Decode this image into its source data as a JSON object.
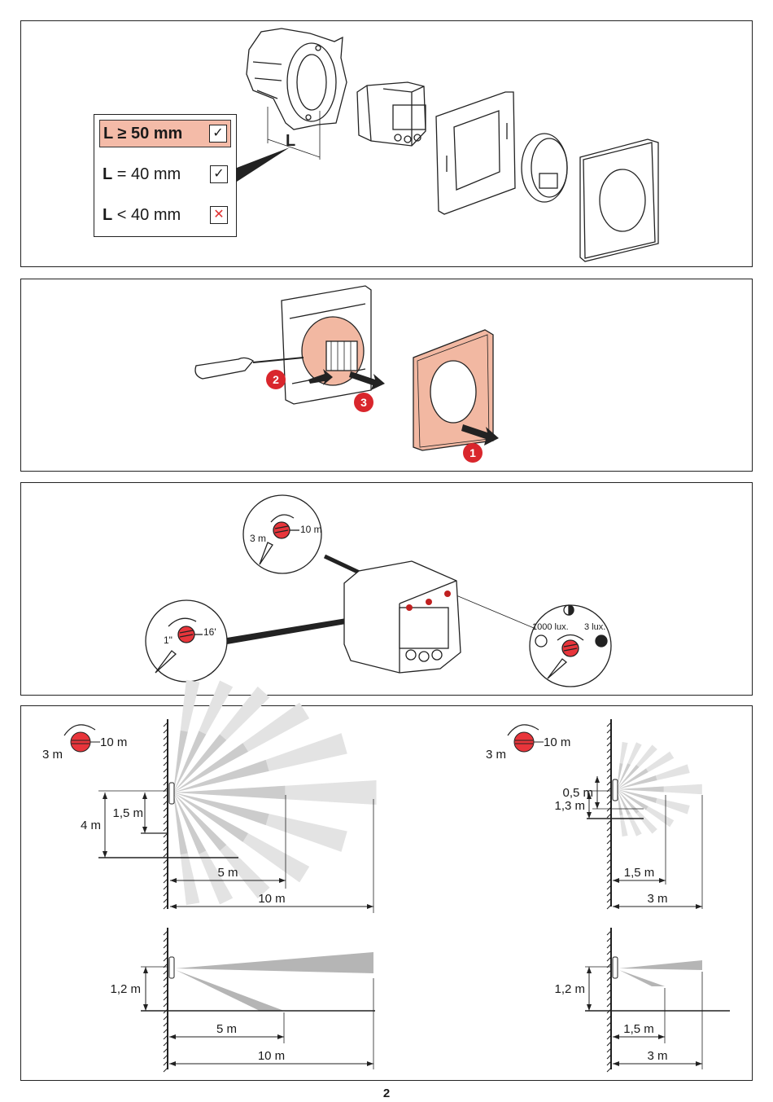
{
  "panel1": {
    "title": "Installation box depth requirement",
    "dimension_letter": "L",
    "rows": [
      {
        "label_bold": "L",
        "label_rest": " ≥ 50 mm",
        "all_bold": true,
        "status": "ok",
        "status_icon": "✓",
        "highlighted": true
      },
      {
        "label_bold": "L",
        "label_rest": " = 40 mm",
        "all_bold": false,
        "status": "ok",
        "status_icon": "✓",
        "highlighted": false
      },
      {
        "label_bold": "L",
        "label_rest": " < 40 mm",
        "all_bold": false,
        "status": "not-ok",
        "status_icon": "✕",
        "highlighted": false
      }
    ],
    "highlight_color": "#f4bba8"
  },
  "panel2": {
    "title": "Removal steps",
    "steps": [
      "1",
      "2",
      "3"
    ],
    "step_color": "#d9262c",
    "part_color": "#f2b8a2"
  },
  "panel3": {
    "title": "Adjustment potentiometers",
    "range_dial": {
      "min_label": "3 m",
      "max_label": "10 m"
    },
    "time_dial": {
      "min_label": "1\"",
      "max_label": "16'"
    },
    "lux_dial": {
      "min_label": "1000 lux.",
      "max_label": "3 lux."
    },
    "dial_color": "#e8353b"
  },
  "panel4": {
    "title": "Detection zones",
    "top_left": {
      "dial_min": "3 m",
      "dial_max": "10 m",
      "height_mount": "1,5 m",
      "height_total": "4 m",
      "dist_near": "5 m",
      "dist_far": "10 m"
    },
    "top_right": {
      "dial_min": "3 m",
      "dial_max": "10 m",
      "height_a": "0,5 m",
      "height_b": "1,3 m",
      "dist_near": "1,5 m",
      "dist_far": "3 m"
    },
    "bottom_left": {
      "height": "1,2 m",
      "dist_near": "5 m",
      "dist_far": "10 m"
    },
    "bottom_right": {
      "height": "1,2 m",
      "dist_near": "1,5 m",
      "dist_far": "3 m"
    },
    "beam_light": "#e3e3e3",
    "beam_dark": "#bdbdbd"
  },
  "page": {
    "number": "2"
  }
}
